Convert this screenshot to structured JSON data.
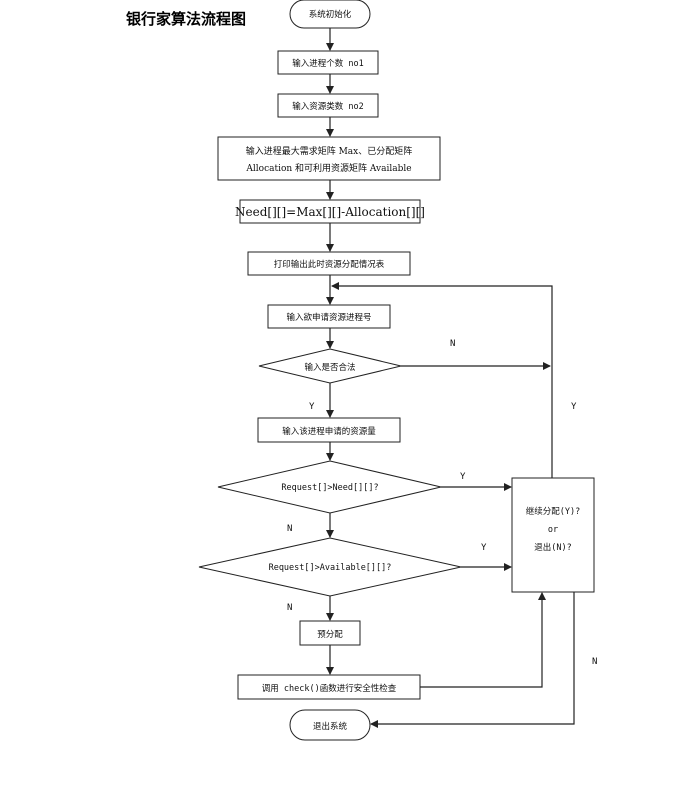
{
  "title": "银行家算法流程图",
  "nodes": {
    "start": "系统初始化",
    "input_n1": "输入进程个数 no1",
    "input_n2": "输入资源类数 no2",
    "input_matrix_line1": "输入进程最大需求矩阵 Max、已分配矩阵",
    "input_matrix_line2": "Allocation 和可利用资源矩阵 Available",
    "need": "Need[][]=Max[][]-Allocation[][]",
    "print_table": "打印输出此时资源分配情况表",
    "input_pid": "输入欲申请资源进程号",
    "check_legal": "输入是否合法",
    "input_request": "输入该进程申请的资源量",
    "cond_need": "Request[]>Need[][]?",
    "cond_avail": "Request[]>Available[][]?",
    "pre_alloc": "预分配",
    "safety": "调用 check()函数进行安全性检查",
    "end": "退出系统",
    "continue_line1": "继续分配(Y)?",
    "continue_line2": "or",
    "continue_line3": "退出(N)?"
  },
  "edge_labels": {
    "legal_no": "N",
    "legal_yes": "Y",
    "need_yes": "Y",
    "need_no": "N",
    "avail_yes": "Y",
    "avail_no": "N",
    "continue_yes": "Y",
    "continue_no": "N"
  }
}
